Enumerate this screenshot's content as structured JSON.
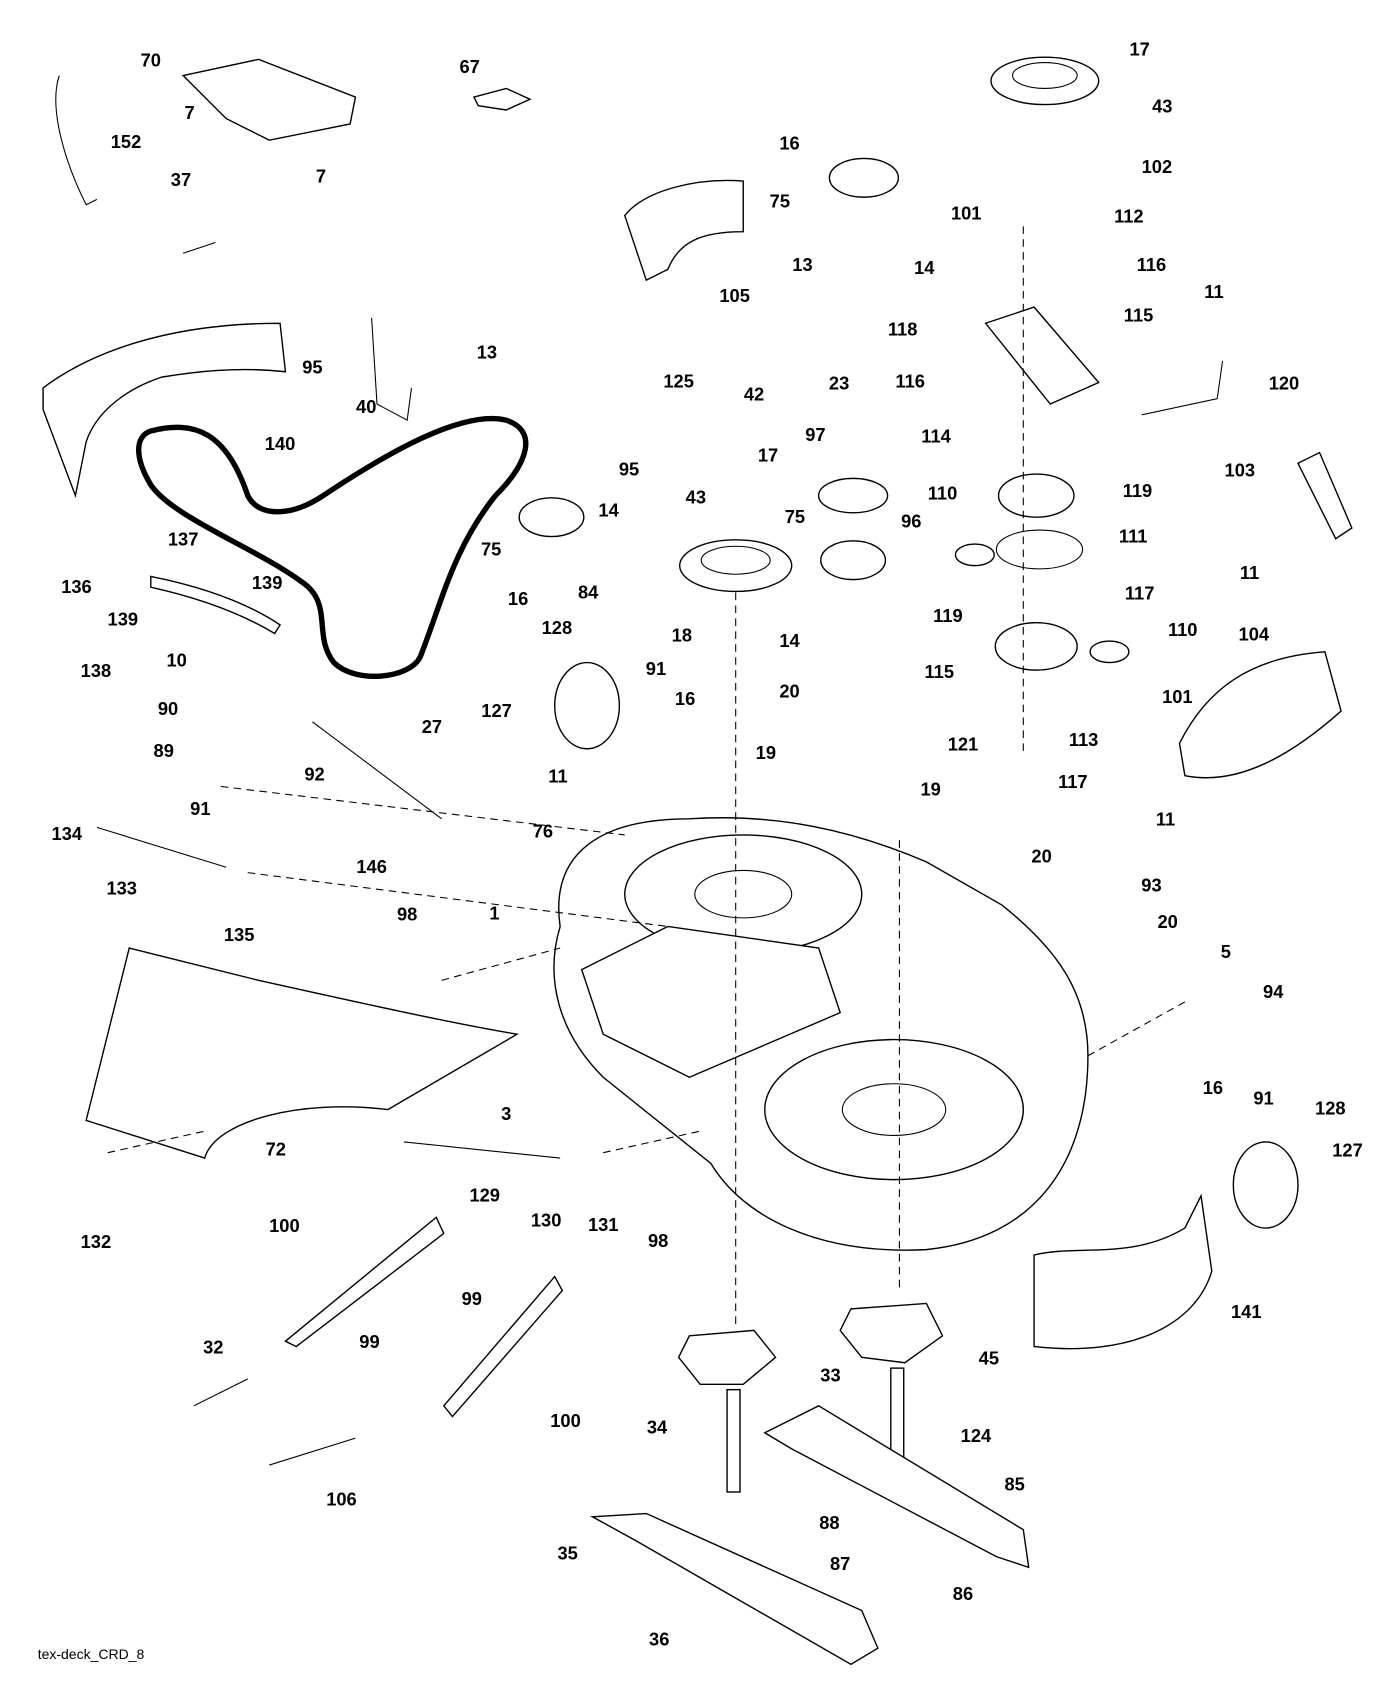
{
  "diagram_id": "tex-deck_CRD_8",
  "callouts": [
    "70",
    "67",
    "7",
    "7",
    "152",
    "37",
    "17",
    "43",
    "16",
    "75",
    "102",
    "101",
    "112",
    "13",
    "14",
    "116",
    "105",
    "95",
    "40",
    "13",
    "125",
    "118",
    "115",
    "11",
    "116",
    "120",
    "140",
    "23",
    "42",
    "97",
    "114",
    "103",
    "95",
    "14",
    "17",
    "43",
    "119",
    "110",
    "96",
    "111",
    "137",
    "75",
    "75",
    "16",
    "84",
    "136",
    "139",
    "139",
    "117",
    "119",
    "110",
    "11",
    "18",
    "14",
    "104",
    "128",
    "91",
    "16",
    "10",
    "138",
    "27",
    "127",
    "115",
    "20",
    "101",
    "19",
    "113",
    "90",
    "89",
    "92",
    "91",
    "121",
    "19",
    "117",
    "11",
    "76",
    "134",
    "146",
    "11",
    "133",
    "20",
    "93",
    "135",
    "98",
    "1",
    "20",
    "5",
    "94",
    "3",
    "16",
    "91",
    "128",
    "127",
    "72",
    "129",
    "130",
    "131",
    "98",
    "132",
    "100",
    "99",
    "99",
    "141",
    "33",
    "45",
    "32",
    "100",
    "34",
    "124",
    "85",
    "106",
    "88",
    "87",
    "86",
    "35",
    "36"
  ]
}
